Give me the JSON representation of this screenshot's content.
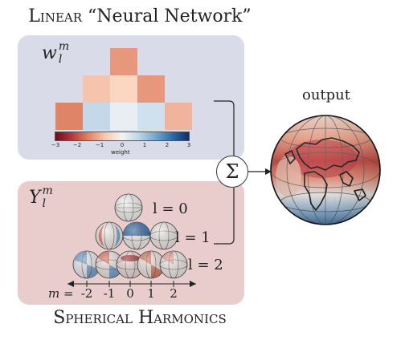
{
  "linear_title": {
    "prefix": "Linear",
    "quoted": "“Neural Network”"
  },
  "spherical_title": "Spherical Harmonics",
  "weights_panel": {
    "label": "w",
    "label_sub": "l",
    "label_sup": "m",
    "cell_colors": {
      "row0": [
        "#e7977c"
      ],
      "row1": [
        "#f6c4ad",
        "#fbd6c1",
        "#e7977c"
      ],
      "row2": [
        "#e08468",
        "#c5d8ea",
        "#e8eef4",
        "#d1e0ee",
        "#f0b39b"
      ]
    },
    "colorbar": {
      "ticks": [
        "−3",
        "−2",
        "−1",
        "0",
        "1",
        "2",
        "3"
      ],
      "label": "weight"
    }
  },
  "harmonics_panel": {
    "label": "Y",
    "label_sub": "l",
    "label_sup": "m",
    "l_rows": [
      "l = 0",
      "l = 1",
      "l = 2"
    ],
    "m_label": "m =",
    "m_ticks": [
      "-2",
      "-1",
      "0",
      "1",
      "2"
    ]
  },
  "sum_symbol": "Σ",
  "output_label": "output",
  "colors": {
    "panel_w": "#d9dce8",
    "panel_y": "#e9cdcd",
    "red": "#c5413a",
    "blue": "#3f73ad"
  }
}
